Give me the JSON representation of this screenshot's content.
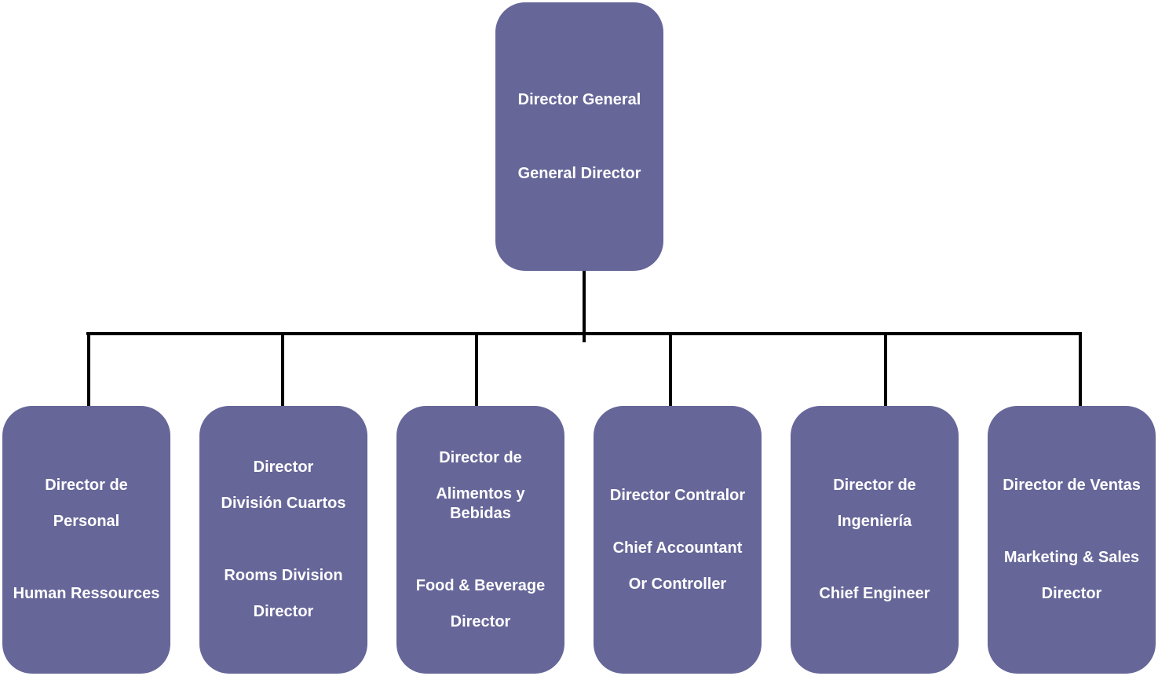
{
  "colors": {
    "box_fill": "#666699",
    "box_text": "#ffffff",
    "connector": "#000000"
  },
  "root": {
    "line1": "Director General",
    "line2": "General Director"
  },
  "children": [
    {
      "line1": "Director de",
      "line2": "Personal",
      "line3": "Human Ressources"
    },
    {
      "line1": "Director",
      "line2": "División Cuartos",
      "line3": "Rooms Division",
      "line4": "Director"
    },
    {
      "line1": "Director de",
      "line2": "Alimentos y",
      "line3": "Bebidas",
      "line4": "Food & Beverage",
      "line5": "Director"
    },
    {
      "line1": "Director Contralor",
      "line2": "Chief Accountant",
      "line3": "Or Controller"
    },
    {
      "line1": "Director de",
      "line2": "Ingeniería",
      "line3": "Chief Engineer"
    },
    {
      "line1": "Director de Ventas",
      "line2": "Marketing & Sales",
      "line3": "Director"
    }
  ]
}
